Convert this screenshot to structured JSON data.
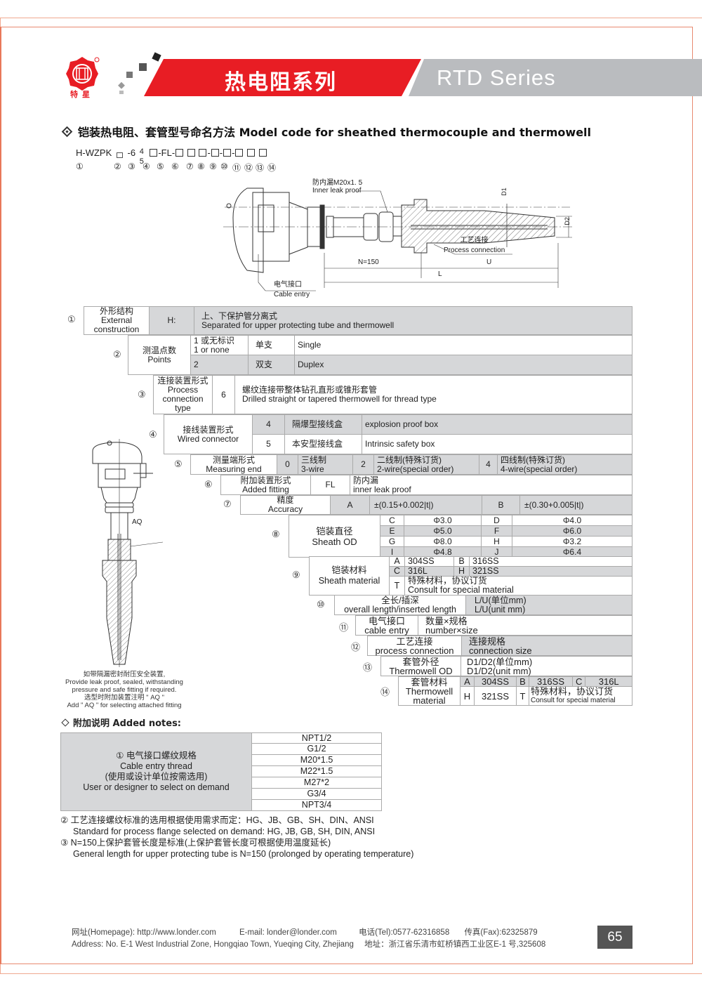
{
  "header": {
    "brand_text": "特星",
    "title_cn": "热电阻系列",
    "title_en": "RTD Series",
    "colors": {
      "red": "#e81d24",
      "grey": "#babcbf"
    }
  },
  "section": {
    "title": "铠装热电阻、套管型号命名方法 Model code for sheathed thermocouple and thermowell",
    "model_prefix": "H-WZPK",
    "model_dash6": "-6",
    "model_45_top": "4",
    "model_45_bottom": "5",
    "model_fl": "-FL-",
    "position_numbers": [
      "①",
      "②",
      "③",
      "④",
      "⑤",
      "⑥",
      "⑦",
      "⑧",
      "⑨",
      "⑩",
      "⑪",
      "⑫",
      "⑬",
      "⑭"
    ]
  },
  "diagram": {
    "inner_leak_cn": "防内漏M20x1. 5",
    "inner_leak_en": "Inner leak proof",
    "d1": "D1",
    "d2": "D2",
    "process_cn": "工艺连接",
    "process_en": "Process connection",
    "n_label": "N=150",
    "u_label": "U",
    "l_label": "L",
    "cable_cn": "电气接口",
    "cable_en": "Cable entry",
    "aq_label": "AQ"
  },
  "spec": {
    "r1": {
      "num": "①",
      "name_cn": "外形结构",
      "name_en1": "External",
      "name_en2": "construction",
      "code": "H:",
      "desc_cn": "上、下保护管分离式",
      "desc_en": "Separated for upper protecting tube and thermowell"
    },
    "r2": {
      "num": "②",
      "name_cn": "测温点数",
      "name_en": "Points",
      "opts": [
        {
          "code1": "1 或无标识",
          "code2": "1 or none",
          "cn": "单支",
          "en": "Single"
        },
        {
          "code1": "2",
          "code2": "",
          "cn": "双支",
          "en": "Duplex"
        }
      ]
    },
    "r3": {
      "num": "③",
      "name_cn": "连接装置形式",
      "name_en1": "Process",
      "name_en2": "connection",
      "name_en3": "type",
      "code": "6",
      "desc_cn": "螺纹连接带整体钻孔直形或锥形套管",
      "desc_en": "Drilled straight or tapered thermowell for thread type"
    },
    "r4": {
      "num": "④",
      "name_cn": "接线装置形式",
      "name_en": "Wired connector",
      "opts": [
        {
          "code": "4",
          "cn": "隔爆型接线盒",
          "en": "explosion proof box"
        },
        {
          "code": "5",
          "cn": "本安型接线盒",
          "en": "Intrinsic safety box"
        }
      ]
    },
    "r5": {
      "num": "⑤",
      "name_cn": "测量端形式",
      "name_en": "Measuring end",
      "opts": [
        {
          "code": "0",
          "cn": "三线制",
          "en": "3-wire"
        },
        {
          "code": "2",
          "cn": "二线制(特殊订货)",
          "en": "2-wire(special order)"
        },
        {
          "code": "4",
          "cn": "四线制(特殊订货)",
          "en": "4-wire(special order)"
        }
      ]
    },
    "r6": {
      "num": "⑥",
      "name_cn": "附加装置形式",
      "name_en": "Added fitting",
      "code": "FL",
      "desc_cn": "防内漏",
      "desc_en": "inner leak proof"
    },
    "r7": {
      "num": "⑦",
      "name_cn": "精度",
      "name_en": "Accuracy",
      "opts": [
        {
          "code": "A",
          "value": "±(0.15+0.002|t|)"
        },
        {
          "code": "B",
          "value": "±(0.30+0.005|t|)"
        }
      ]
    },
    "r8": {
      "num": "⑧",
      "name_cn": "铠装直径",
      "name_en": "Sheath OD",
      "rows": [
        [
          "C",
          "Φ3.0",
          "D",
          "Φ4.0"
        ],
        [
          "E",
          "Φ5.0",
          "F",
          "Φ6.0"
        ],
        [
          "G",
          "Φ8.0",
          "H",
          "Φ3.2"
        ],
        [
          "I",
          "Φ4.8",
          "J",
          "Φ6.4"
        ]
      ]
    },
    "r9": {
      "num": "⑨",
      "name_cn": "铠装材料",
      "name_en": "Sheath material",
      "rows": [
        [
          "A",
          "304SS",
          "B",
          "316SS"
        ],
        [
          "C",
          "316L",
          "H",
          "321SS"
        ]
      ],
      "special_code": "T",
      "special_cn": "特殊材料，协议订货",
      "special_en": "Consult for special material"
    },
    "r10": {
      "num": "⑩",
      "name_cn": "全长/插深",
      "name_en": "overall length/inserted length",
      "desc_cn": "L/U(单位mm)",
      "desc_en": "L/U(unit mm)"
    },
    "r11": {
      "num": "⑪",
      "name_cn": "电气接口",
      "name_en": "cable entry",
      "desc_cn": "数量×规格",
      "desc_en": "number×size"
    },
    "r12": {
      "num": "⑫",
      "name_cn": "工艺连接",
      "name_en": "process connection",
      "desc_cn": "连接规格",
      "desc_en": "connection size"
    },
    "r13": {
      "num": "⑬",
      "name_cn": "套管外径",
      "name_en": "Thermowell OD",
      "desc_cn": "D1/D2(单位mm)",
      "desc_en": "D1/D2(unit mm)"
    },
    "r14": {
      "num": "⑭",
      "name_cn": "套管材料",
      "name_en1": "Thermowell",
      "name_en2": "material",
      "row1": [
        "A",
        "304SS",
        "B",
        "316SS",
        "C",
        "316L"
      ],
      "row2": [
        "H",
        "321SS",
        "T"
      ],
      "special_cn": "特殊材料，协议订货",
      "special_en": "Consult for special material"
    }
  },
  "side_note": {
    "l1": "如带隔漏密封耐压安全装置,",
    "l2": "Provide leak proof, sealed, withstanding",
    "l3": "pressure and safe fitting if required.",
    "l4": "选型时附加装置注明 \" AQ \"",
    "l5": "Add \" AQ \"  for selecting attached fitting"
  },
  "added_notes": {
    "title": "附加说明  Added notes:",
    "cable_table": {
      "label_cn": "① 电气接口螺纹规格",
      "label_en": "Cable entry thread",
      "label_cn2": "(使用或设计单位按需选用)",
      "label_en2": "User or designer to select on demand",
      "values": [
        "NPT1/2",
        "G1/2",
        "M20*1.5",
        "M22*1.5",
        "M27*2",
        "G3/4",
        "NPT3/4"
      ]
    },
    "note2_cn": "② 工艺连接螺纹标准的选用根据使用需求而定：HG、JB、GB、SH、DIN、ANSI",
    "note2_en": "Standard for process flange selected on demand: HG, JB, GB, SH, DIN, ANSI",
    "note3_cn": "③ N=150上保护套管长度是标准(上保护套管长度可根据使用温度延长)",
    "note3_en": "General length for upper protecting tube is N=150 (prolonged by operating temperature)"
  },
  "footer": {
    "homepage": "网址(Homepage): http://www.londer.com",
    "email": "E-mail: londer@londer.com",
    "tel": "电话(Tel):0577-62316858",
    "fax": "传真(Fax):62325879",
    "address_en": "Address: No. E-1 West Industrial Zone, Hongqiao Town, Yueqing City, Zhejiang",
    "address_cn": "地址：浙江省乐清市虹桥镇西工业区E-1 号,325608",
    "page_number": "65"
  }
}
